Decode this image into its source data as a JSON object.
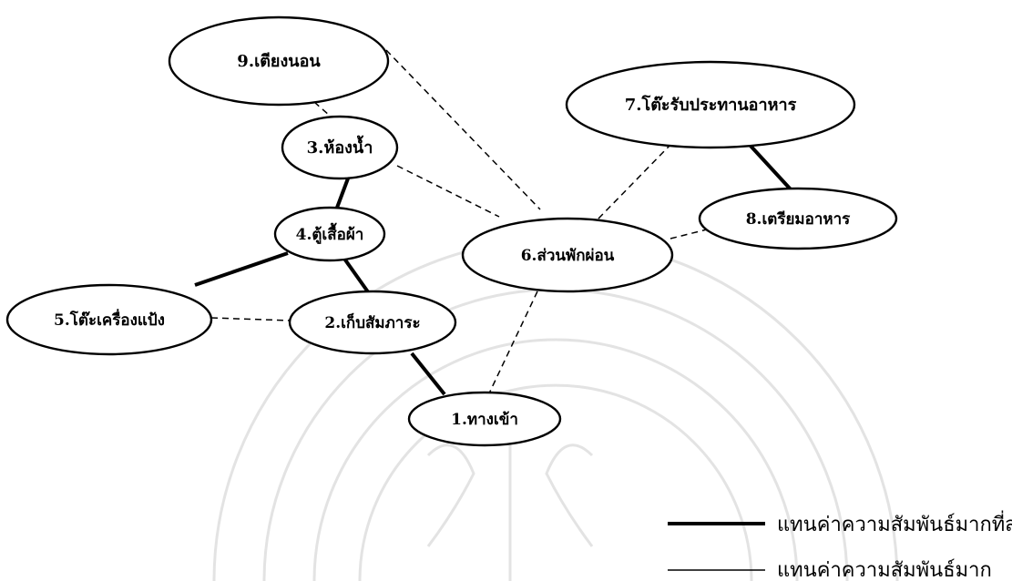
{
  "nodes": [
    {
      "id": "n1",
      "label": "1.ทางเข้า"
    },
    {
      "id": "n2",
      "label": "2.เก็บสัมภาระ"
    },
    {
      "id": "n3",
      "label": "3.ห้องน้ำ"
    },
    {
      "id": "n4",
      "label": "4.ตู้เสื้อผ้า"
    },
    {
      "id": "n5",
      "label": "5.โต๊ะเครื่องแป้ง"
    },
    {
      "id": "n6",
      "label": "6.ส่วนพักผ่อน"
    },
    {
      "id": "n7",
      "label": "7.โต๊ะรับประทานอาหาร"
    },
    {
      "id": "n8",
      "label": "8.เตรียมอาหาร"
    },
    {
      "id": "n9",
      "label": "9.เตียงนอน"
    }
  ],
  "edges": [
    {
      "from": "n1",
      "to": "n2",
      "relation": "most"
    },
    {
      "from": "n2",
      "to": "n4",
      "relation": "most"
    },
    {
      "from": "n4",
      "to": "n5",
      "relation": "most"
    },
    {
      "from": "n3",
      "to": "n4",
      "relation": "most"
    },
    {
      "from": "n7",
      "to": "n8",
      "relation": "most"
    },
    {
      "from": "n9",
      "to": "n3",
      "relation": "less"
    },
    {
      "from": "n9",
      "to": "n6",
      "relation": "less"
    },
    {
      "from": "n3",
      "to": "n6",
      "relation": "less"
    },
    {
      "from": "n6",
      "to": "n7",
      "relation": "less"
    },
    {
      "from": "n6",
      "to": "n8",
      "relation": "less"
    },
    {
      "from": "n6",
      "to": "n1",
      "relation": "less"
    },
    {
      "from": "n5",
      "to": "n2",
      "relation": "less"
    }
  ],
  "legend": [
    {
      "relation": "most",
      "label": "แทนค่าความสัมพันธ์มากที่สุด"
    },
    {
      "relation": "much",
      "label": "แทนค่าความสัมพันธ์มาก"
    }
  ],
  "style": {
    "line_color": "#000000",
    "watermark_color": "#e3e3e3"
  }
}
